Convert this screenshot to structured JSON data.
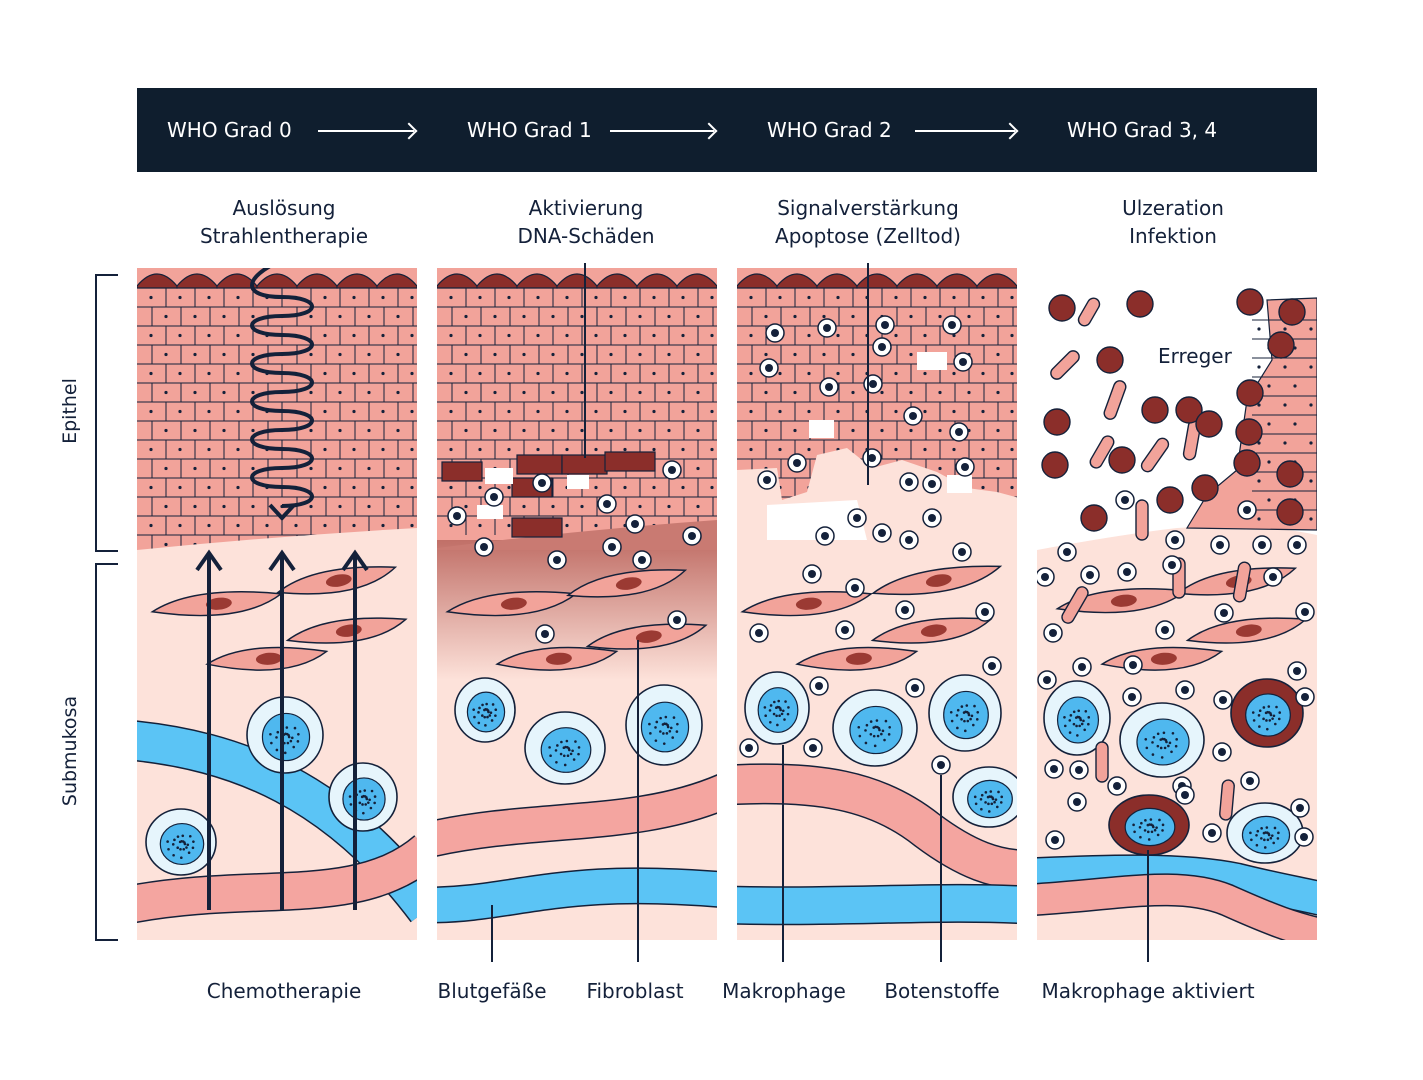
{
  "header": {
    "steps": [
      {
        "label": "WHO Grad 0"
      },
      {
        "label": "WHO Grad 1"
      },
      {
        "label": "WHO Grad 2"
      },
      {
        "label": "WHO Grad 3, 4"
      }
    ]
  },
  "stages": [
    {
      "line1": "Auslösung",
      "line2": "Strahlentherapie"
    },
    {
      "line1": "Aktivierung",
      "line2": "DNA-Schäden"
    },
    {
      "line1": "Signalverstärkung",
      "line2": "Apoptose (Zelltod)"
    },
    {
      "line1": "Ulzeration",
      "line2": "Infektion"
    }
  ],
  "layers": {
    "epithel": "Epithel",
    "submukosa": "Submukosa"
  },
  "labels": {
    "chemotherapie": "Chemotherapie",
    "blutgefaesse": "Blutgefäße",
    "fibroblast": "Fibroblast",
    "makrophage": "Makrophage",
    "botenstoffe": "Botenstoffe",
    "makrophage_aktiviert": "Makrophage aktiviert",
    "erreger": "Erreger"
  },
  "colors": {
    "navy": "#0f1e2e",
    "epithelium": "#f2a39a",
    "cell_outline": "#14213a",
    "dark_cells": "#8b2e2a",
    "submucosa": "#fde2da",
    "vessel_blue": "#5bc4f5",
    "vessel_pink": "#f4a5a0",
    "macrophage_blue": "#4fb8ef"
  }
}
